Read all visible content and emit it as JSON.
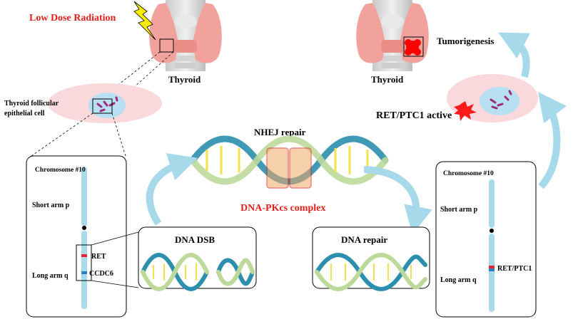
{
  "labels": {
    "low_dose_radiation": "Low Dose Radiation",
    "thyroid_left": "Thyroid",
    "thyroid_right": "Thyroid",
    "tumorigenesis": "Tumorigenesis",
    "follicular_cell_line1": "Thyroid follicular",
    "follicular_cell_line2": "epithelial cell",
    "ret_ptc1_active": "RET/PTC1 active",
    "nhej_repair": "NHEJ repair",
    "dna_pkcs_complex": "DNA-PKcs complex",
    "dna_dsb": "DNA DSB",
    "dna_repair": "DNA repair"
  },
  "left_chromosome": {
    "title": "Chromosome #10",
    "short_arm": "Short arm p",
    "long_arm": "Long arm q",
    "gene_1": "RET",
    "gene_2": "CCDC6"
  },
  "right_chromosome": {
    "title": "Chromosome #10",
    "short_arm": "Short arm p",
    "long_arm": "Long arm q",
    "fusion_gene": "RET/PTC1"
  },
  "colors": {
    "accent_red": "#e0201b",
    "thyroid_pink": "#f2a29d",
    "cell_pink": "#f9d9dc",
    "nucleus_blue": "#b9dff2",
    "chromosome_blue": "#a8dbea",
    "arrow_blue": "#a6d9ea",
    "dna_teal": "#2c8fad",
    "dna_green": "#bcd99a",
    "ret_red": "#e8252a",
    "ccdc6_blue": "#2f7fc1"
  },
  "icons": [
    "lightning-icon",
    "dna-helix-icon",
    "fracture-burst-icon"
  ]
}
